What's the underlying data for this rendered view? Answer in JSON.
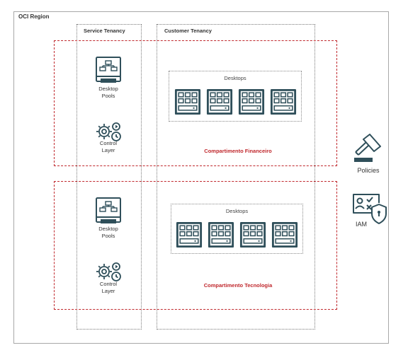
{
  "region": {
    "label": "OCI Region"
  },
  "tenancies": {
    "service": {
      "label": "Service Tenancy"
    },
    "customer": {
      "label": "Customer Tenancy"
    }
  },
  "compartments": [
    {
      "label": "Compartimento Financeiro",
      "desktops_label": "Desktops",
      "desktop_pools_label": "Desktop\nPools",
      "control_layer_label": "Control\nLayer"
    },
    {
      "label": "Compartimento Tecnologia",
      "desktops_label": "Desktops",
      "desktop_pools_label": "Desktop\nPools",
      "control_layer_label": "Control\nLayer"
    }
  ],
  "side": {
    "policies_label": "Policies",
    "iam_label": "IAM"
  },
  "colors": {
    "icon": "#2f4f5a",
    "compartment": "#c0282d"
  }
}
